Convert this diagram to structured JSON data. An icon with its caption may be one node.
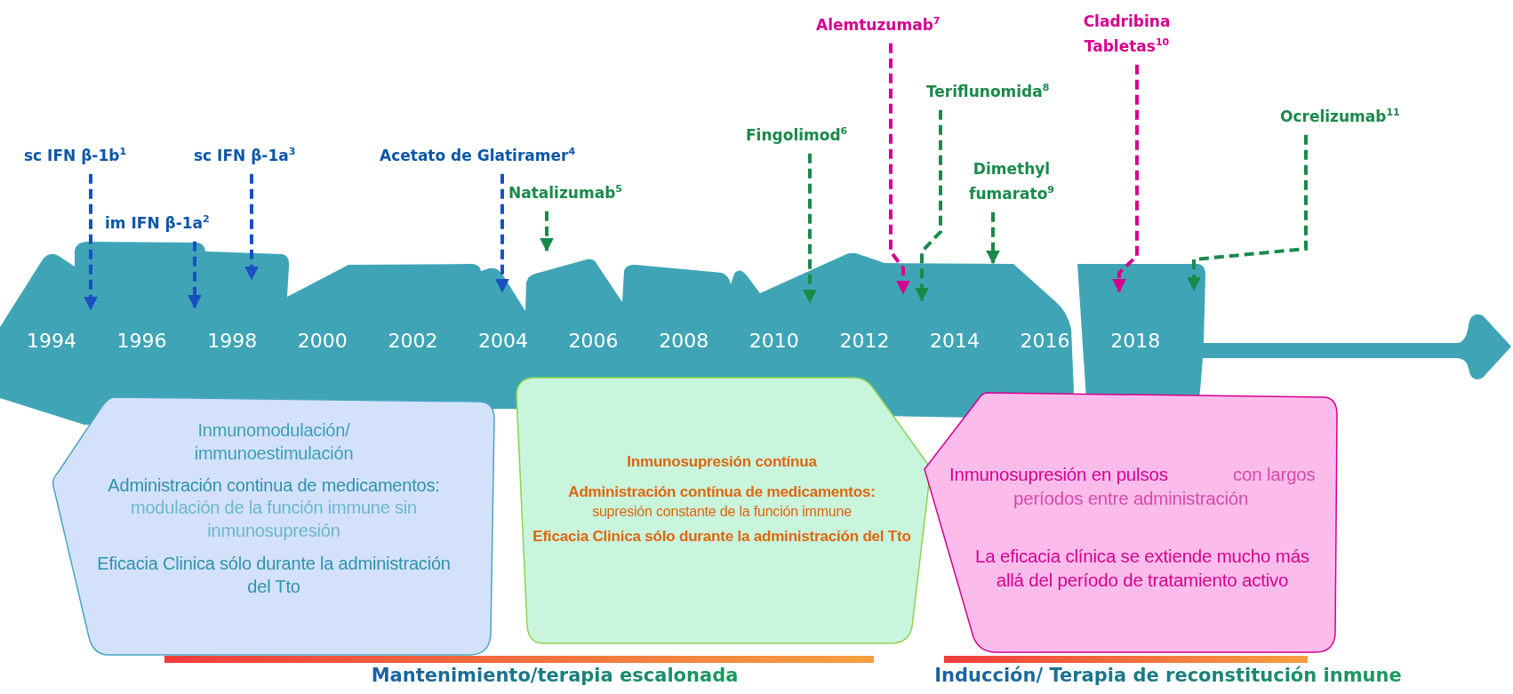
{
  "diagram": {
    "nodes": [
      {
        "text": [
          "sc IFN β-1b$^{1}$"
        ]
      },
      {
        "text": [
          "im IFN β-1a$^{2}$"
        ]
      },
      {
        "text": [
          "sc IFN β-1a$^{3}$"
        ]
      },
      {
        "text": [
          "Acetato de Glatiramer$^{4}$"
        ]
      },
      {
        "text": [
          "Natalizumab$^{5}$"
        ]
      },
      {
        "text": [
          "Fingolimod$^{6}$"
        ]
      },
      {
        "text": [
          "Alemtuzumab$^{7}$"
        ]
      },
      {
        "text": [
          "Teriflunomida$^{8}$"
        ]
      },
      {
        "text": [
          "Dimethyl fumarato$^{9}$"
        ]
      },
      {
        "text": [
          "Cladribina Tabletas$^{10}$"
        ]
      },
      {
        "text": [
          "Ocrelizumab$^{11}$"
        ]
      },
      {
        "text": [
          "Inmunomodulación/ immunoestimulación",
          "Administración continua de medicamentos:",
          "modulación de la función immune sin inmunosupresión",
          "Eficacia Clinica sólo durante la administración del Tto"
        ]
      },
      {
        "text": [
          "Inmunosupresión contínua",
          "Administración contínua de medicamentos:",
          "supresión constante de la función immune",
          "Eficacia Clinica sólo durante la administración del Tto"
        ]
      },
      {
        "text": [
          "Inmunosupresión en pulsos",
          "con largos períodos entre administración",
          "La eficacia clínica se extiende mucho más allá del período de tratamiento activo"
        ]
      }
    ],
    "edges": [
      {
        "from": 0,
        "to": null,
        "arrow": "to",
        "style": "dashed",
        "color": "#1a4fc4"
      },
      {
        "from": 1,
        "to": null,
        "arrow": "to",
        "style": "dashed",
        "color": "#1a4fc4"
      },
      {
        "from": 2,
        "to": null,
        "arrow": "to",
        "style": "dashed",
        "color": "#1a4fc4"
      },
      {
        "from": 3,
        "to": null,
        "arrow": "to",
        "style": "dashed",
        "color": "#1a4fc4"
      },
      {
        "from": 4,
        "to": null,
        "arrow": "to",
        "style": "dashed"
      },
      {
        "from": 5,
        "to": null,
        "arrow": "to",
        "style": "dashed"
      },
      {
        "from": 6,
        "to": null,
        "arrow": "to",
        "style": "dashed",
        "color": "#d6008f"
      },
      {
        "from": 7,
        "to": null,
        "arrow": "to",
        "style": "dashed"
      },
      {
        "from": 8,
        "to": null,
        "arrow": "to",
        "style": "dashed"
      },
      {
        "from": 9,
        "to": null,
        "arrow": "to",
        "style": "dashed",
        "color": "#d6008f"
      },
      {
        "from": 10,
        "to": null,
        "arrow": "to",
        "style": "dashed"
      }
    ],
    "labels": [
      "1994",
      "1996",
      "1998",
      "2000",
      "2002",
      "2004",
      "2006",
      "2008",
      "2010",
      "2012",
      "2014",
      "2016",
      "2018",
      "Mantenimiento/terapia escalonada",
      "Inducción/ Terapia de reconstitución inmune"
    ]
  }
}
